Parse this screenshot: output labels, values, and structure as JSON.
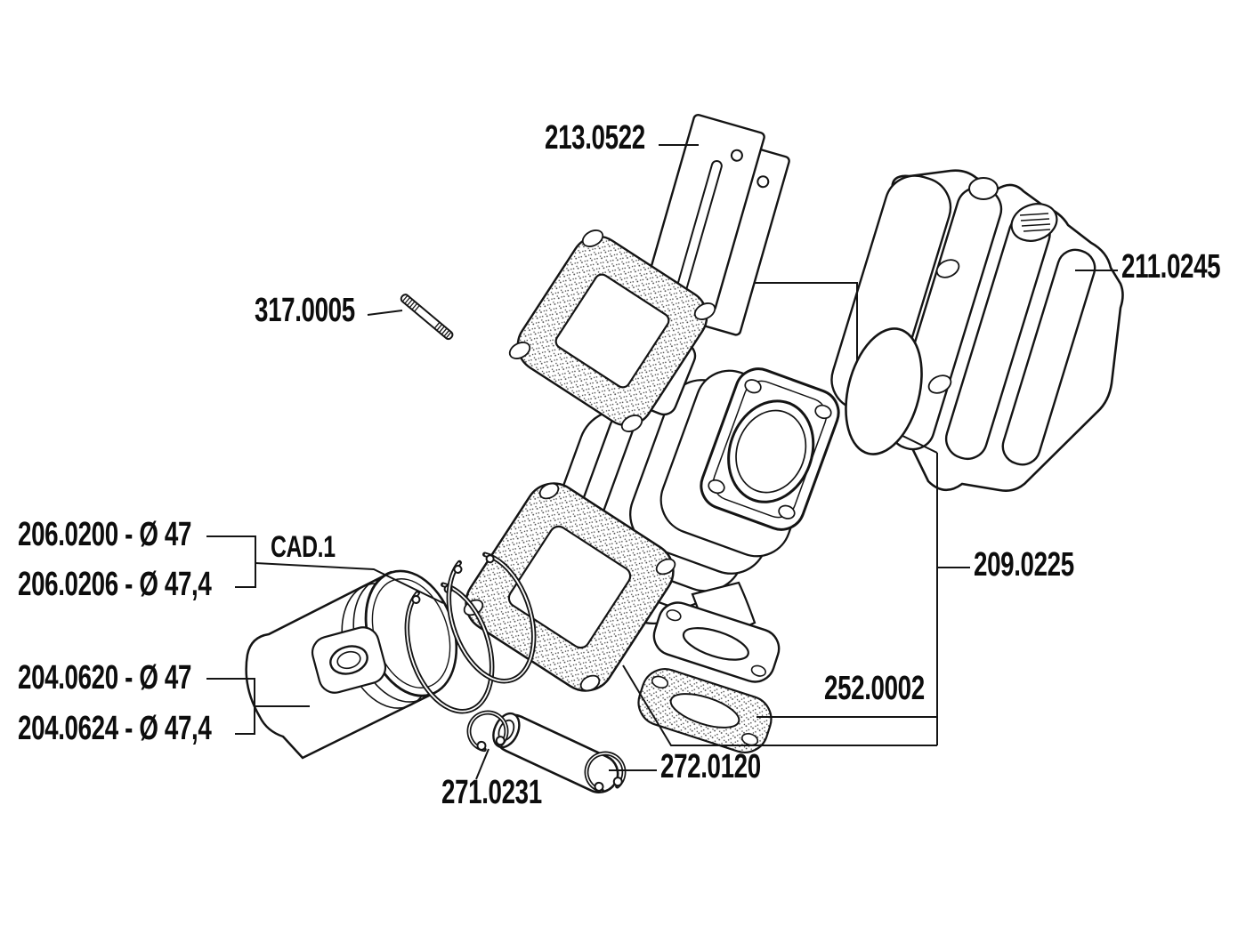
{
  "diagram": {
    "labels": {
      "reed_petals": "213.0522",
      "stud": "317.0005",
      "head": "211.0245",
      "rings_a": "206.0200 - Ø 47",
      "rings_b": "206.0206 - Ø 47,4",
      "rings_note": "CAD.1",
      "cylinder_kit": "209.0225",
      "piston_a": "204.0620 - Ø 47",
      "piston_b": "204.0624 - Ø 47,4",
      "exhaust_gasket": "252.0002",
      "circlips": "272.0120",
      "piston_pin": "271.0231"
    },
    "colors": {
      "ink": "#141414",
      "paper": "#ffffff"
    }
  }
}
